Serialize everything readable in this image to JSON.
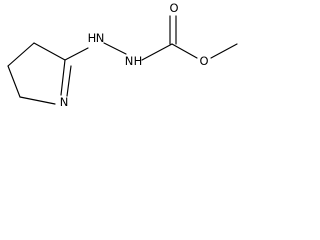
{
  "molecule": {
    "atoms": {
      "ring_nitrogen": "N",
      "hydrazine_nh_left": "H",
      "hydrazine_n_left": "N",
      "hydrazine_n_right": "N",
      "hydrazine_nh_right": "H",
      "carbonyl_oxygen": "O",
      "ester_oxygen": "O"
    }
  }
}
